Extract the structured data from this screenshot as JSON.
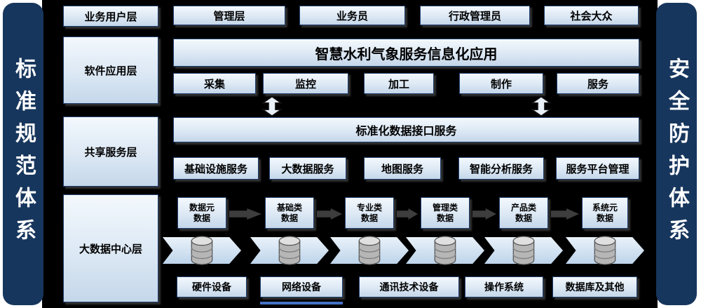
{
  "sides": {
    "left": "标准规范体系",
    "right": "安全防护体系"
  },
  "layers": {
    "business_user": {
      "label": "业务用户层",
      "items": [
        "管理层",
        "业务员",
        "行政管理员",
        "社会大众"
      ]
    },
    "software_app": {
      "label": "软件应用层",
      "title": "智慧水利气象服务信息化应用",
      "items": [
        "采集",
        "监控",
        "加工",
        "制作",
        "服务"
      ]
    },
    "shared_service": {
      "label": "共享服务层",
      "title": "标准化数据接口服务",
      "items": [
        "基础设施服务",
        "大数据服务",
        "地图服务",
        "智能分析服务",
        "服务平台管理"
      ]
    },
    "big_data_center": {
      "label": "大数据中心层",
      "data_items": [
        "数据元\n数据",
        "基础类\n数据",
        "专业类\n数据",
        "管理类\n数据",
        "产品类\n数据",
        "系统元\n数据"
      ],
      "infra_items": [
        "硬件设备",
        "网络设备",
        "通讯技术设备",
        "操作系统",
        "数据库及其他"
      ]
    }
  },
  "icons": {
    "exchange": "double-vertical-arrow",
    "data_store": "database-cylinder",
    "flow": "right-arrow-ribbon"
  },
  "colors": {
    "panel_bg": "#000000",
    "pillar_bg": "#17365d",
    "box_fill": "#dce8f4",
    "box_border": "#1f3f6e",
    "accent": "#4472c4"
  }
}
